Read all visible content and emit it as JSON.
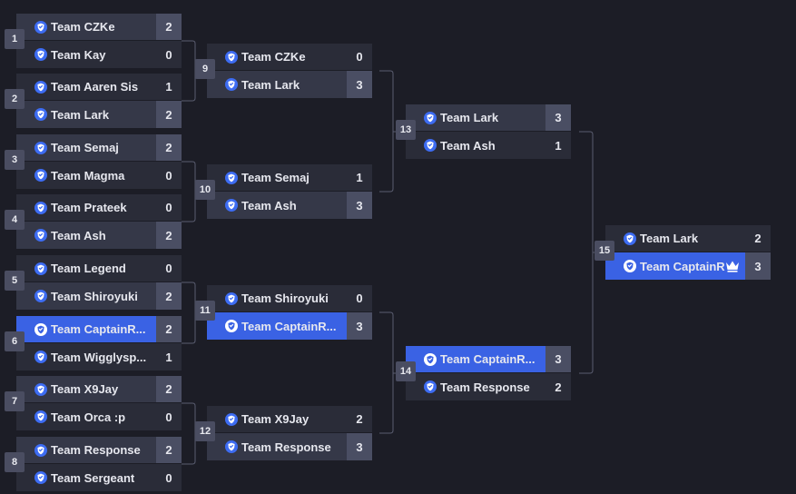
{
  "colors": {
    "background": "#1c1d26",
    "row": "#2a2c38",
    "row_winner": "#353848",
    "highlight": "#3a62e4",
    "badge": "#4a4d61"
  },
  "matches": [
    {
      "id": "1",
      "teams": [
        {
          "name": "Team CZKe",
          "score": "2",
          "win": true
        },
        {
          "name": "Team Kay",
          "score": "0"
        }
      ]
    },
    {
      "id": "2",
      "teams": [
        {
          "name": "Team Aaren Sis",
          "score": "1"
        },
        {
          "name": "Team Lark",
          "score": "2",
          "win": true
        }
      ]
    },
    {
      "id": "3",
      "teams": [
        {
          "name": "Team Semaj",
          "score": "2",
          "win": true
        },
        {
          "name": "Team Magma",
          "score": "0"
        }
      ]
    },
    {
      "id": "4",
      "teams": [
        {
          "name": "Team Prateek",
          "score": "0"
        },
        {
          "name": "Team Ash",
          "score": "2",
          "win": true
        }
      ]
    },
    {
      "id": "5",
      "teams": [
        {
          "name": "Team Legend",
          "score": "0"
        },
        {
          "name": "Team Shiroyuki",
          "score": "2",
          "win": true
        }
      ]
    },
    {
      "id": "6",
      "teams": [
        {
          "name": "Team CaptainR...",
          "score": "2",
          "win": true,
          "highlight": true
        },
        {
          "name": "Team Wigglysp...",
          "score": "1"
        }
      ]
    },
    {
      "id": "7",
      "teams": [
        {
          "name": "Team X9Jay",
          "score": "2",
          "win": true
        },
        {
          "name": "Team Orca :p",
          "score": "0"
        }
      ]
    },
    {
      "id": "8",
      "teams": [
        {
          "name": "Team Response",
          "score": "2",
          "win": true
        },
        {
          "name": "Team Sergeant",
          "score": "0"
        }
      ]
    },
    {
      "id": "9",
      "teams": [
        {
          "name": "Team CZKe",
          "score": "0"
        },
        {
          "name": "Team Lark",
          "score": "3",
          "win": true
        }
      ]
    },
    {
      "id": "10",
      "teams": [
        {
          "name": "Team Semaj",
          "score": "1"
        },
        {
          "name": "Team Ash",
          "score": "3",
          "win": true
        }
      ]
    },
    {
      "id": "11",
      "teams": [
        {
          "name": "Team Shiroyuki",
          "score": "0"
        },
        {
          "name": "Team CaptainR...",
          "score": "3",
          "win": true,
          "highlight": true
        }
      ]
    },
    {
      "id": "12",
      "teams": [
        {
          "name": "Team X9Jay",
          "score": "2"
        },
        {
          "name": "Team Response",
          "score": "3",
          "win": true
        }
      ]
    },
    {
      "id": "13",
      "teams": [
        {
          "name": "Team Lark",
          "score": "3",
          "win": true
        },
        {
          "name": "Team Ash",
          "score": "1"
        }
      ]
    },
    {
      "id": "14",
      "teams": [
        {
          "name": "Team CaptainR...",
          "score": "3",
          "win": true,
          "highlight": true
        },
        {
          "name": "Team Response",
          "score": "2"
        }
      ]
    },
    {
      "id": "15",
      "teams": [
        {
          "name": "Team Lark",
          "score": "2"
        },
        {
          "name": "Team CaptainR...",
          "score": "3",
          "win": true,
          "highlight": true,
          "crown": true
        }
      ]
    }
  ]
}
